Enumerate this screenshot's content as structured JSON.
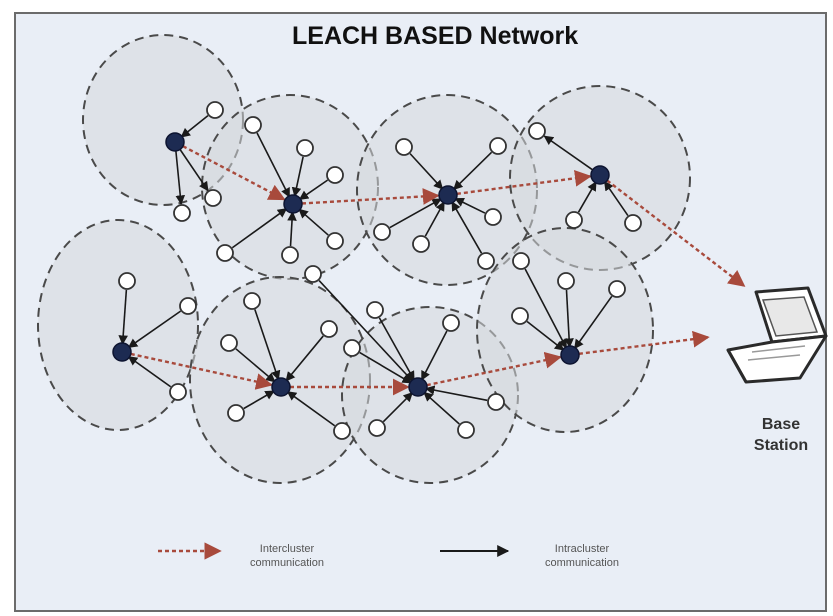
{
  "title": "LEACH BASED Network",
  "base_station": {
    "line1": "Base",
    "line2": "Station",
    "icon": "laptop-icon"
  },
  "legend": {
    "intercluster": "Intercluster\ncommunication",
    "intracluster": "Intracluster\ncommunication"
  },
  "colors": {
    "background": "#e9eef6",
    "cluster_fill": "#d6d8dc",
    "cluster_stroke": "#4a4a4a",
    "cluster_head": "#1d2b52",
    "sensor_node": "#ffffff",
    "intercluster_arrow": "#a84a3c",
    "intracluster_arrow": "#1a1a1a"
  }
}
